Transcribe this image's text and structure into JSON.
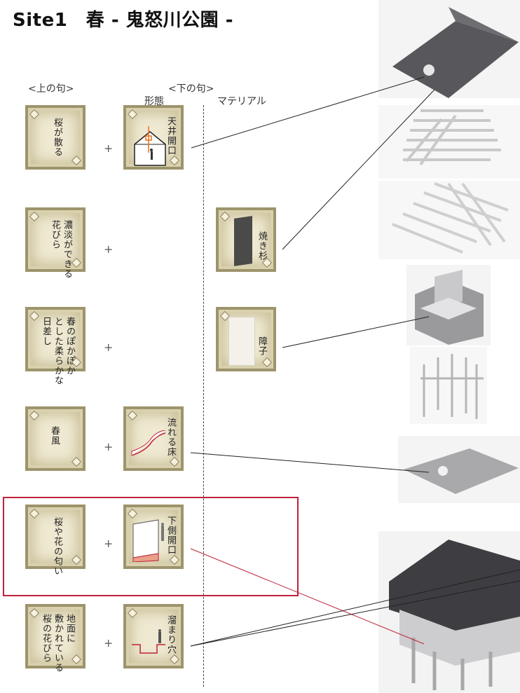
{
  "title": "Site1　春 - 鬼怒川公園 -",
  "headers": {
    "upper": "<上の句>",
    "lower": "<下の句>",
    "form": "形態",
    "material": "マテリアル"
  },
  "rows": [
    {
      "upper": "桜が散る",
      "plus": "+",
      "form": "天井開口",
      "material": ""
    },
    {
      "upper": "濃淡ができる\n花びら",
      "plus": "+",
      "form": "",
      "material": "焼き杉"
    },
    {
      "upper": "春のぽかぽか\nとした柔らかな\n日差し",
      "plus": "+",
      "form": "",
      "material": "障子"
    },
    {
      "upper": "春風",
      "plus": "+",
      "form": "流れる床",
      "material": ""
    },
    {
      "upper": "桜や花の匂い",
      "plus": "+",
      "form": "下側開口",
      "material": ""
    },
    {
      "upper": "地面に\n敷かれている\n桜の花びら",
      "plus": "+",
      "form": "溜まり穴",
      "material": ""
    }
  ],
  "colors": {
    "highlight": "#c0213a",
    "card_border": "#9d946c",
    "card_fill": "#efe9d2"
  }
}
